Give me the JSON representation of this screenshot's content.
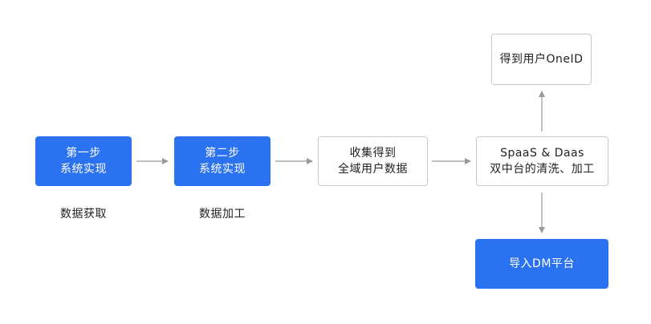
{
  "nodes": {
    "step1": {
      "line1": "第一步",
      "line2": "系统实现"
    },
    "step2": {
      "line1": "第二步",
      "line2": "系统实现"
    },
    "collect": {
      "line1": "收集得到",
      "line2": "全域用户数据"
    },
    "spaas": {
      "line1": "SpaaS & Daas",
      "line2": "双中台的清洗、加工"
    },
    "oneid": {
      "line1": "得到用户OneID"
    },
    "dm": {
      "line1": "导入DM平台"
    }
  },
  "captions": {
    "step1": "数据获取",
    "step2": "数据加工"
  },
  "colors": {
    "primary": "#2b72f0",
    "border": "#c9c9c9",
    "arrow": "#9a9a9a"
  }
}
